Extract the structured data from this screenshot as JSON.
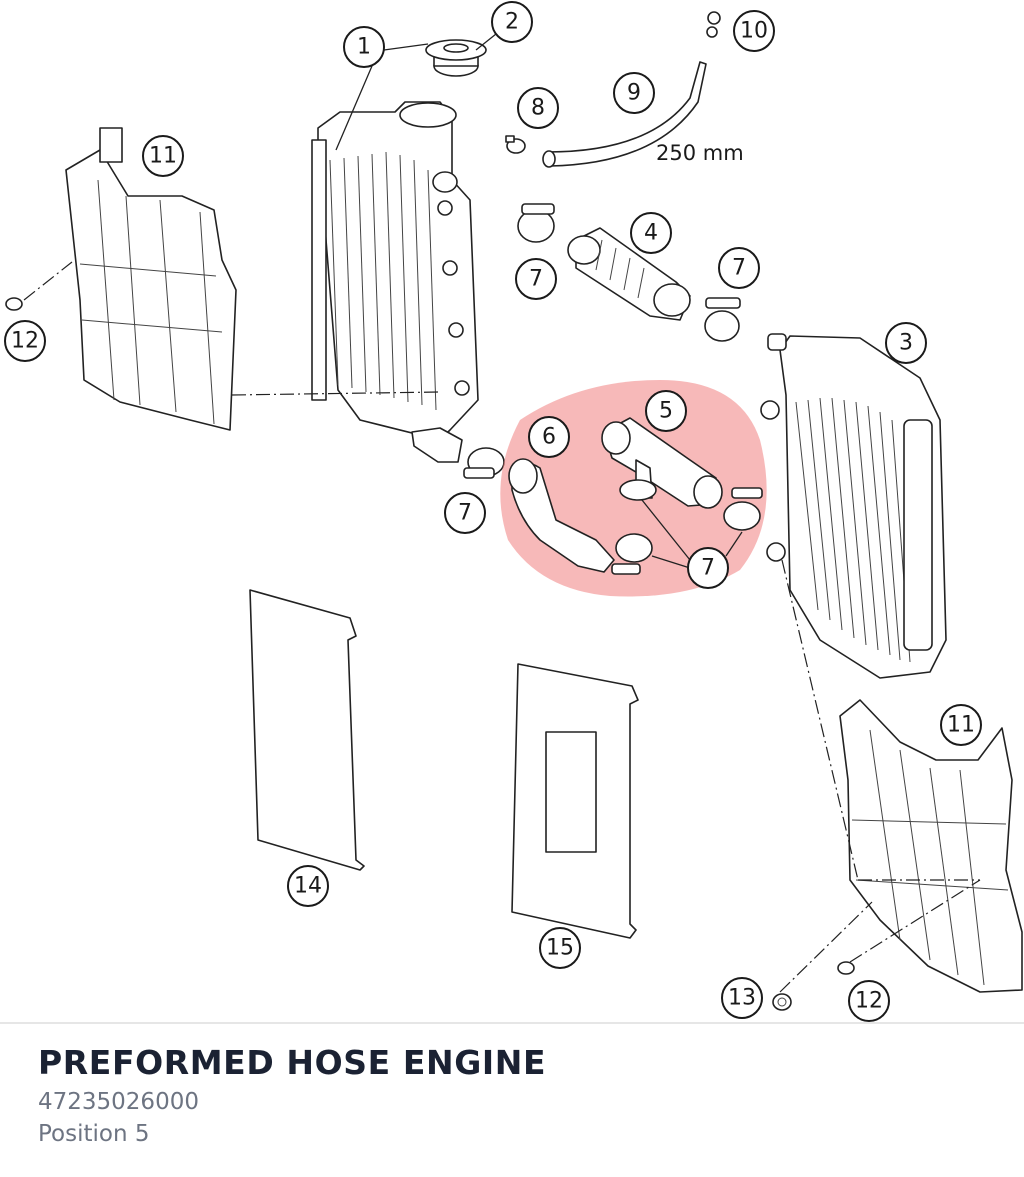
{
  "diagram": {
    "callouts": [
      "1",
      "2",
      "3",
      "4",
      "5",
      "6",
      "7",
      "8",
      "9",
      "10",
      "11",
      "12",
      "13",
      "14",
      "15"
    ],
    "hose_length_label": "250 mm",
    "highlight_color": "#f08080"
  },
  "part": {
    "title": "PREFORMED HOSE ENGINE",
    "number": "47235026000",
    "position": "Position 5"
  }
}
